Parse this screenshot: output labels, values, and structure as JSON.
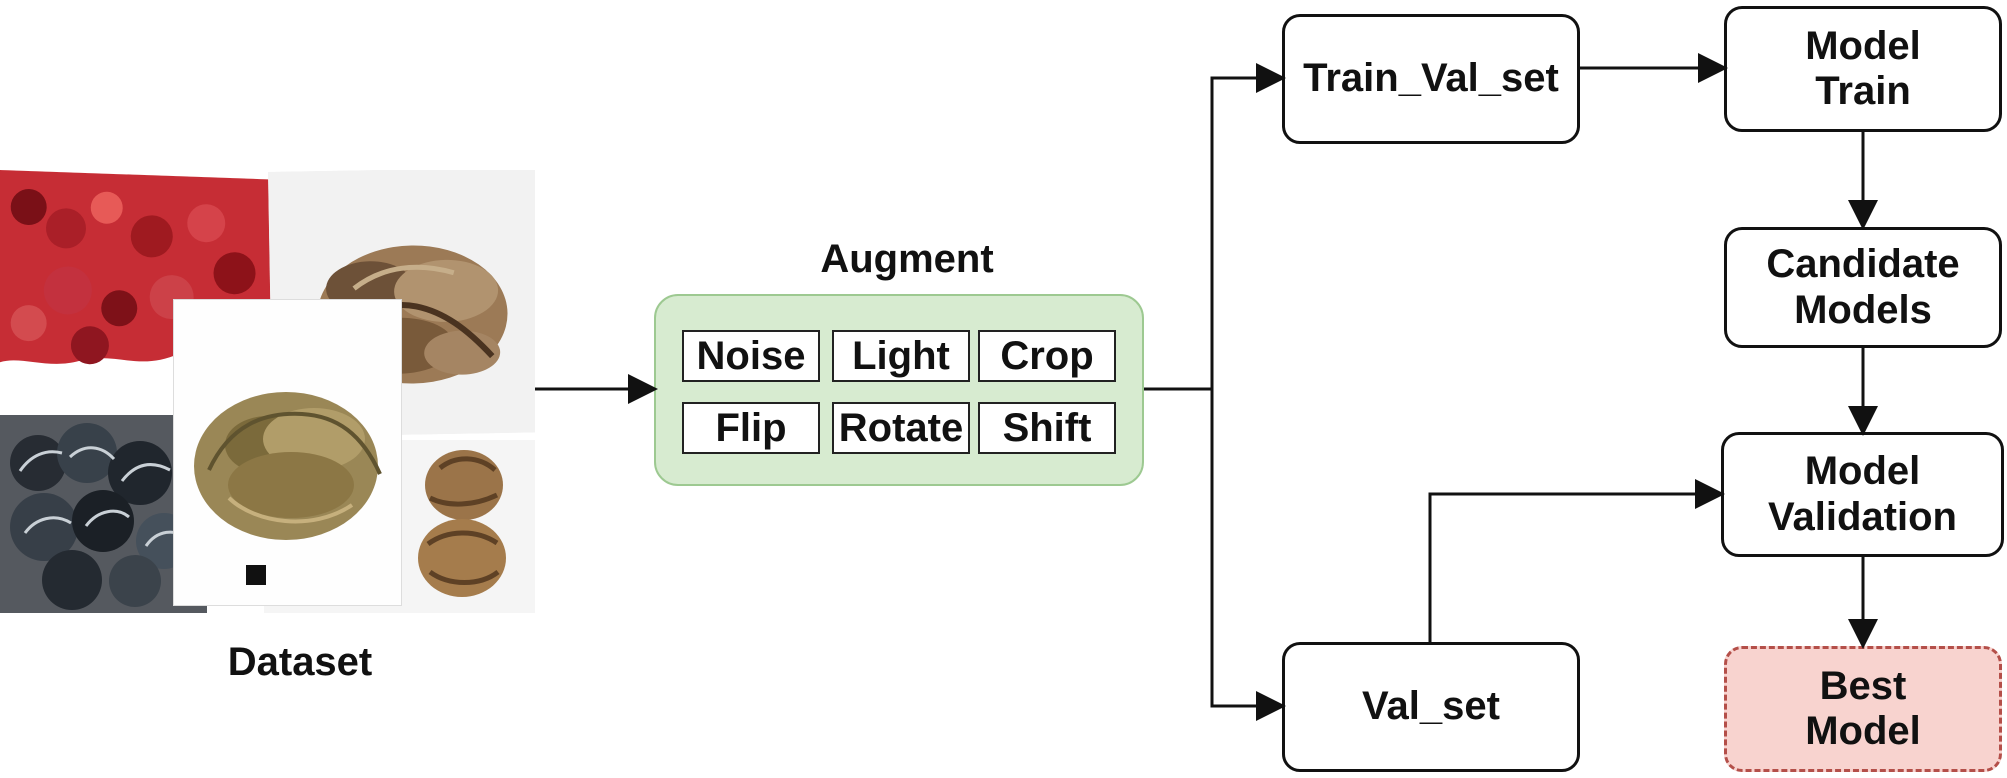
{
  "title": "Augment",
  "dataset_label": "Dataset",
  "augment_options": [
    "Noise",
    "Light",
    "Crop",
    "Flip",
    "Rotate",
    "Shift"
  ],
  "nodes": {
    "train_val_set": "Train_Val_set",
    "val_set": "Val_set",
    "model_train": "Model\nTrain",
    "candidate_models": "Candidate\nModels",
    "model_validation": "Model\nValidation",
    "best_model": "Best\nModel"
  }
}
